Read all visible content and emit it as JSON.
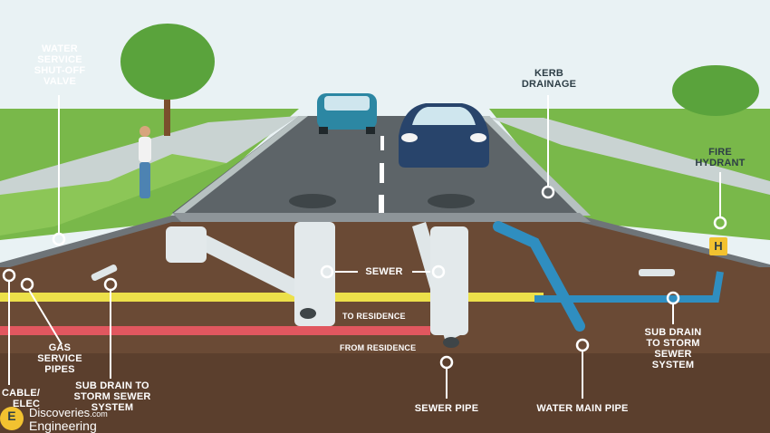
{
  "labels": {
    "water_service_shutoff": [
      "WATER",
      "SERVICE",
      "SHUT-OFF",
      "VALVE"
    ],
    "kerb_drainage": [
      "KERB",
      "DRAINAGE"
    ],
    "fire_hydrant": [
      "FIRE",
      "HYDRANT"
    ],
    "hydrant_sign": "H",
    "sewer": "SEWER",
    "to_residence": "TO RESIDENCE",
    "from_residence": "FROM RESIDENCE",
    "gas_service_pipes": [
      "GAS",
      "SERVICE",
      "PIPES"
    ],
    "cable_elec": [
      "CABLE/",
      "ELEC"
    ],
    "sub_drain_storm_left": [
      "SUB DRAIN TO",
      "STORM SEWER",
      "SYSTEM"
    ],
    "sub_drain_storm_right": [
      "SUB DRAIN",
      "TO STORM",
      "SEWER",
      "SYSTEM"
    ],
    "sewer_pipe": "SEWER PIPE",
    "water_main_pipe": "WATER MAIN PIPE"
  },
  "branding": {
    "discoveries": "Discoveries",
    "domain": ".com",
    "engineering": "Engineering",
    "logo_letter": "E"
  },
  "colors": {
    "sky": "#e9f2f4",
    "grass": "#79b84a",
    "road": "#5d6468",
    "soil": "#6a4a35",
    "gas_pipe": "#ece04a",
    "red_pipe": "#e1575f",
    "water_main": "#2f8ec0",
    "label_text": "#ffffff"
  }
}
